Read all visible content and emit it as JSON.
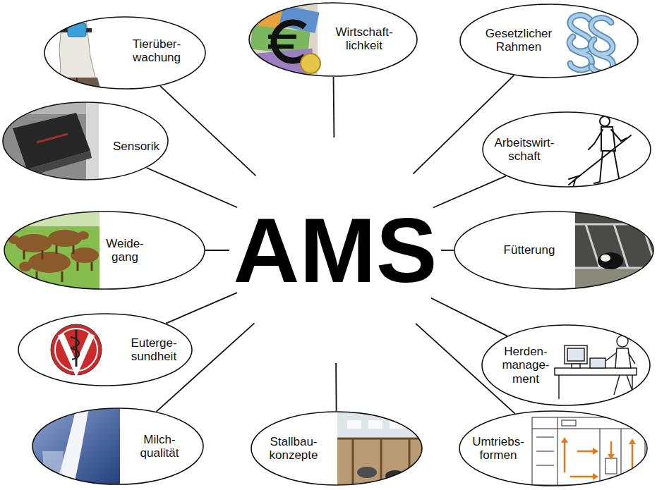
{
  "diagram": {
    "nodes": [
      {
        "text": [
          "Tierüber- wachung"
        ]
      },
      {
        "text": [
          "Wirtschaft- lichkeit"
        ]
      },
      {
        "text": [
          "Gesetzlicher Rahmen"
        ]
      },
      {
        "text": [
          "Sensorik"
        ]
      },
      {
        "text": [
          "Arbeitswirt- schaft"
        ]
      },
      {
        "text": [
          "Weide- gang"
        ]
      },
      {
        "text": [
          "AMS"
        ]
      },
      {
        "text": [
          "Fütterung"
        ]
      },
      {
        "text": [
          "Euterge- sundheit"
        ]
      },
      {
        "text": [
          "Herden- manage- ment"
        ]
      },
      {
        "text": [
          "Milch- qualität"
        ]
      },
      {
        "text": [
          "Stallbau- konzepte"
        ]
      },
      {
        "text": [
          "Umtriebs- formen"
        ]
      }
    ],
    "edges": [
      {
        "from": 0,
        "to": 6,
        "arrow": "none"
      },
      {
        "from": 1,
        "to": 6,
        "arrow": "none"
      },
      {
        "from": 2,
        "to": 6,
        "arrow": "none"
      },
      {
        "from": 3,
        "to": 6,
        "arrow": "none"
      },
      {
        "from": 4,
        "to": 6,
        "arrow": "none"
      },
      {
        "from": 5,
        "to": 6,
        "arrow": "none"
      },
      {
        "from": 7,
        "to": 6,
        "arrow": "none"
      },
      {
        "from": 8,
        "to": 6,
        "arrow": "none"
      },
      {
        "from": 9,
        "to": 6,
        "arrow": "none"
      },
      {
        "from": 10,
        "to": 6,
        "arrow": "none"
      },
      {
        "from": 11,
        "to": 6,
        "arrow": "none"
      },
      {
        "from": 12,
        "to": 6,
        "arrow": "none"
      }
    ]
  }
}
